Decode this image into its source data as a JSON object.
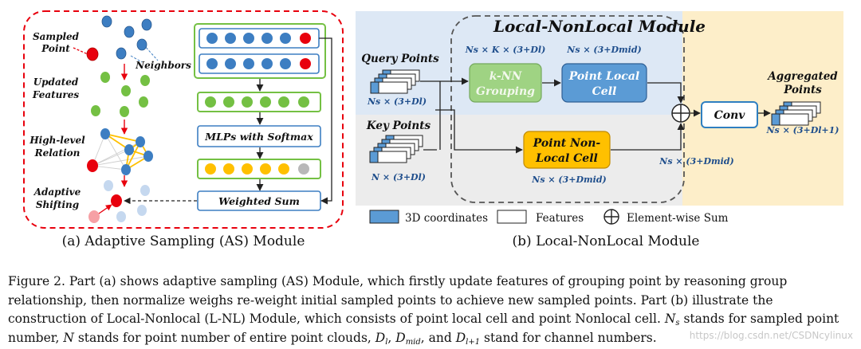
{
  "panel_a": {
    "caption": "(a) Adaptive Sampling (AS) Module",
    "labels": {
      "sampled_point": [
        "Sampled",
        "Point"
      ],
      "neighbors": "Neighbors",
      "updated_features": [
        "Updated",
        "Features"
      ],
      "high_level_relation": [
        "High-level",
        "Relation"
      ],
      "adaptive_shifting": [
        "Adaptive",
        "Shifting"
      ]
    },
    "mlp_label": "MLPs with Softmax",
    "weighted_sum_label": "Weighted Sum"
  },
  "panel_b": {
    "caption": "(b) Local-NonLocal Module",
    "title": "Local-NonLocal Module",
    "query_points": "Query Points",
    "key_points": "Key Points",
    "aggregated_points": [
      "Aggregated",
      "Points"
    ],
    "knn_grouping": [
      "k-NN",
      "Grouping"
    ],
    "point_local_cell": [
      "Point Local",
      "Cell"
    ],
    "point_nonlocal_cell": [
      "Point Non-",
      "Local Cell"
    ],
    "conv": "Conv",
    "dims": {
      "query": "Ns × (3+Dl)",
      "key": "N × (3+Dl)",
      "knn_out": "Ns × K × (3+Dl)",
      "local_out": "Ns × (3+Dmid)",
      "nonlocal_out": "Ns × (3+Dmid)",
      "nonlocal_right": "Ns × (3+Dmid)",
      "aggregated": "Ns × (3+Dl+1)"
    },
    "legend": {
      "coords": "3D coordinates",
      "features": "Features",
      "sum": "Element-wise Sum"
    }
  },
  "caption": {
    "figure": "Figure 2.",
    "part1": " Part (a) shows adaptive sampling (AS) Module, which firstly update features of grouping point by reasoning group relationship, then normalize weighs re-weight initial sampled points to achieve new sampled points. Part (b) illustrate the construction of Local-Nonlocal (L-NL) Module, which consists of point local cell and point Nonlocal cell. ",
    "ns_var": "N",
    "ns_sub": "s",
    "part2": " stands for sampled point number, ",
    "n_var": "N",
    "part3": " stands for point number of entire point clouds, ",
    "dl_var": "D",
    "dl_sub": "l",
    "sep1": ", ",
    "dmid_var": "D",
    "dmid_sub": "mid",
    "sep2": ", and ",
    "dl1_var": "D",
    "dl1_sub": "l+1",
    "part4": " stand for channel numbers."
  },
  "watermark": "https://blog.csdn.net/CSDNcylinux",
  "colors": {
    "red": "#e8000d",
    "blue": "#3d7ec2",
    "green": "#74c043",
    "yellow": "#ffc000",
    "bg_blue": "#dde8f5",
    "bg_gray": "#ececec",
    "bg_orange": "#fdeec9",
    "knn_green": "#9fd383",
    "nonlocal_orange": "#ffc000",
    "local_blue": "#5b9bd5"
  }
}
